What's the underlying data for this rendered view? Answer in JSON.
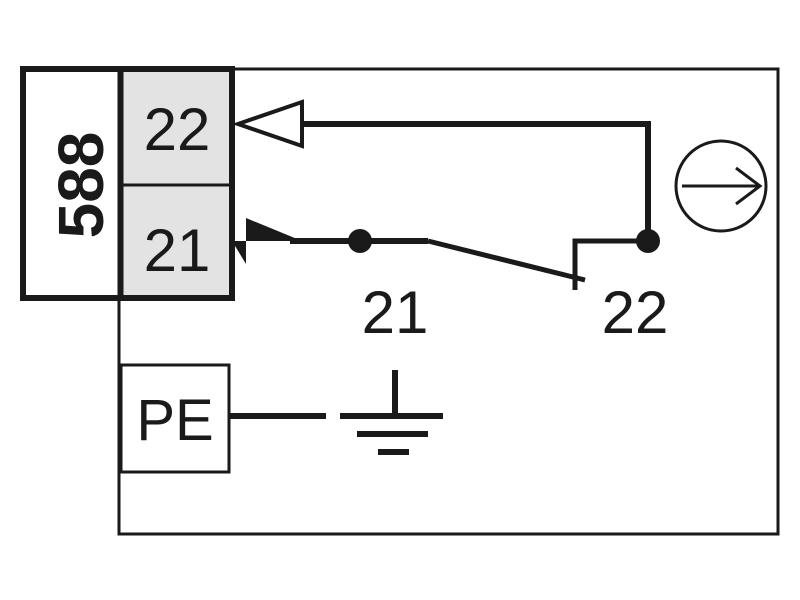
{
  "device_code": "588",
  "terminals": [
    {
      "label": "22"
    },
    {
      "label": "21"
    }
  ],
  "contact_labels": {
    "left": "21",
    "right": "22"
  },
  "pe_label": "PE",
  "colors": {
    "line": "#1a1a1a",
    "terminal_fill": "#e3e3e3",
    "background": "#ffffff"
  },
  "icons": {
    "direction": "arrow-circle-icon",
    "ground": "ground-icon"
  }
}
